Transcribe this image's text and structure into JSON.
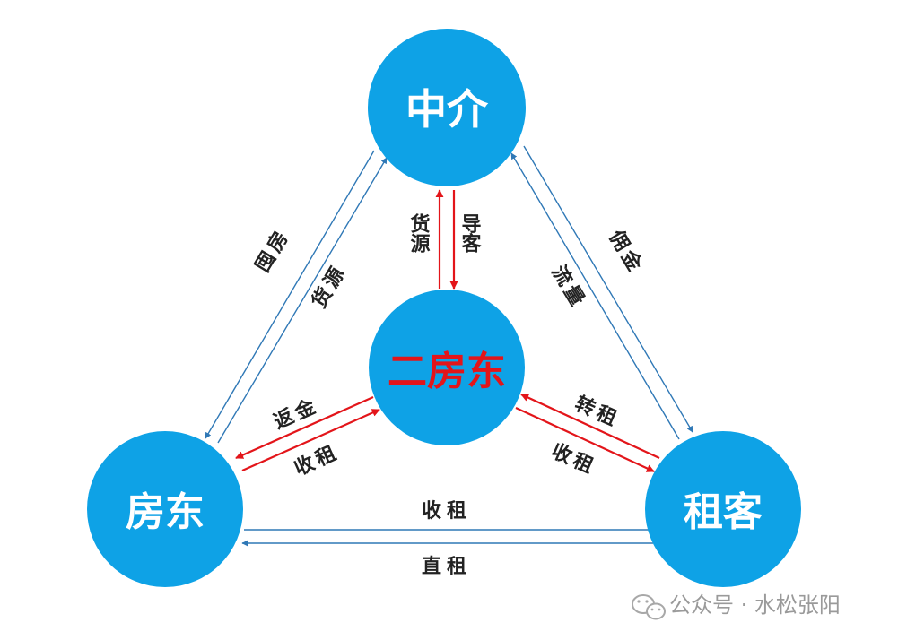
{
  "nodes": {
    "agent": "中介",
    "sublandlord": "二房东",
    "landlord": "房东",
    "tenant": "租客"
  },
  "edges": {
    "landlord_agent_outer": "囤房",
    "landlord_agent_inner": "货源",
    "sub_agent_up": "货源",
    "sub_agent_down": "导客",
    "agent_tenant_outer": "佣金",
    "agent_tenant_inner": "流量",
    "sub_landlord_upper": "返金",
    "sub_landlord_lower": "收租",
    "sub_tenant_upper": "转租",
    "sub_tenant_lower": "收租",
    "landlord_tenant_top": "收租",
    "landlord_tenant_bottom": "直租"
  },
  "watermark": {
    "text": "公众号 · 水松张阳",
    "icon": "wechat-icon"
  },
  "colors": {
    "node_fill": "#0ea2e6",
    "center_text": "#e3151a",
    "red_arrow": "#e3151a",
    "blue_arrow": "#2f78b6",
    "label_text": "#222222"
  }
}
